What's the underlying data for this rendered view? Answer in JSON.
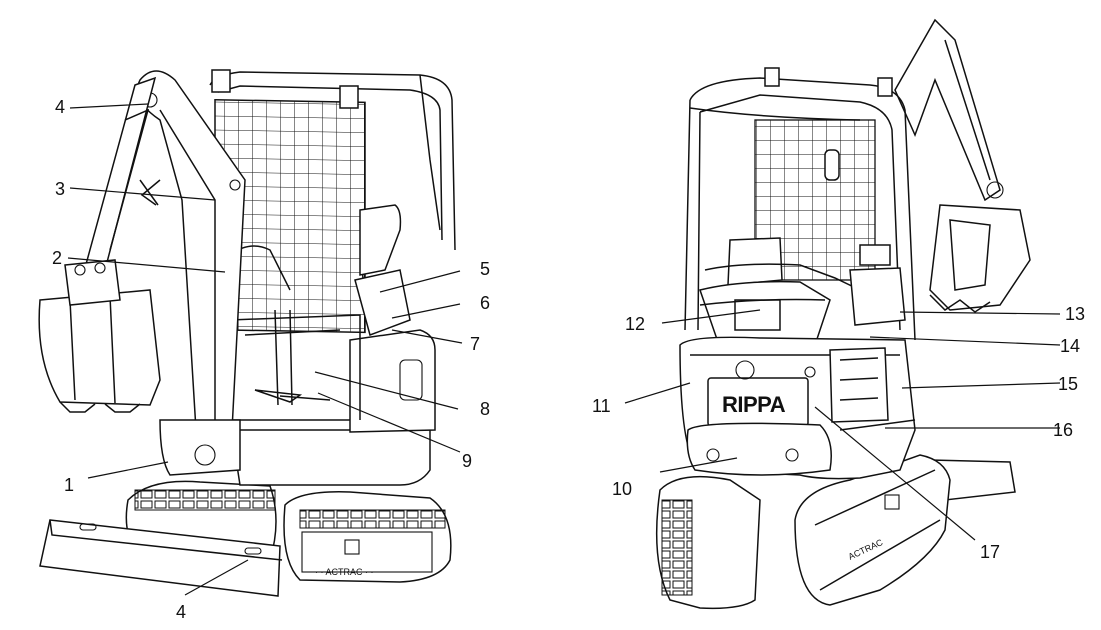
{
  "brand": "RIPPA",
  "callouts": {
    "c1": "1",
    "c2": "2",
    "c3": "3",
    "c4a": "4",
    "c4b": "4",
    "c5": "5",
    "c6": "6",
    "c7": "7",
    "c8": "8",
    "c9": "9",
    "c10": "10",
    "c11": "11",
    "c12": "12",
    "c13": "13",
    "c14": "14",
    "c15": "15",
    "c16": "16",
    "c17": "17"
  }
}
